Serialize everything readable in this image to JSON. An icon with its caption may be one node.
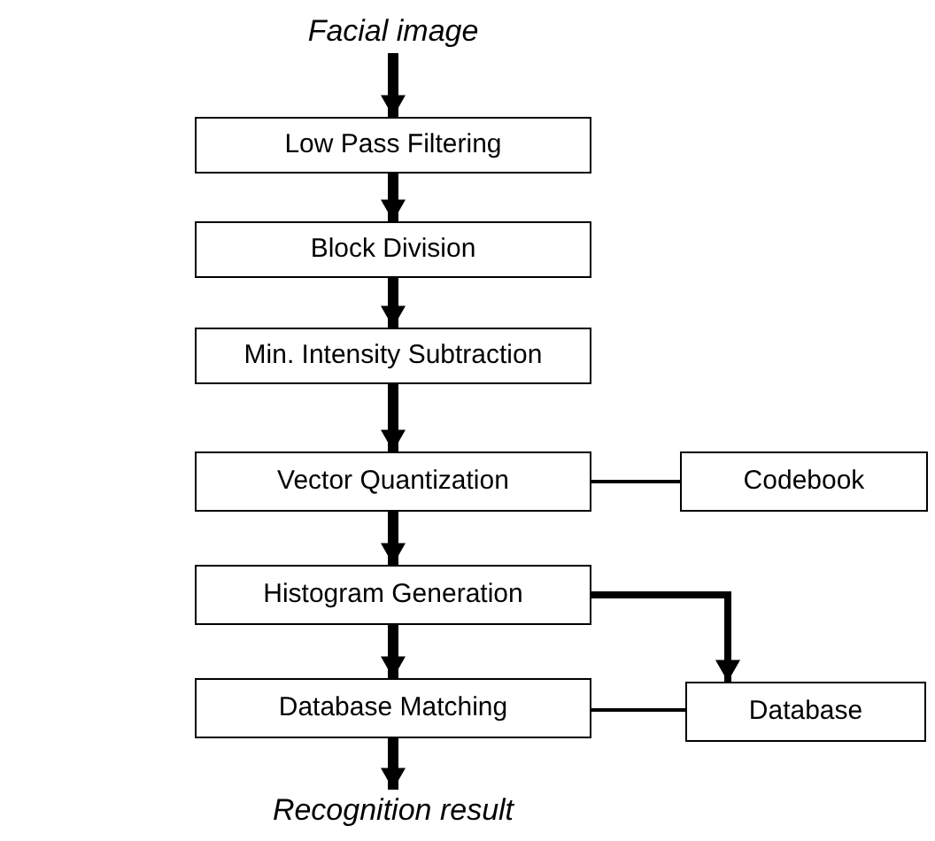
{
  "diagram": {
    "nodes": [
      {
        "text": [
          "Facial image"
        ]
      },
      {
        "text": [
          "Low Pass Filtering"
        ]
      },
      {
        "text": [
          "Block Division"
        ]
      },
      {
        "text": [
          "Min. Intensity Subtraction"
        ]
      },
      {
        "text": [
          "Vector Quantization"
        ]
      },
      {
        "text": [
          "Histogram Generation"
        ]
      },
      {
        "text": [
          "Database Matching"
        ]
      },
      {
        "text": [
          "Codebook"
        ]
      },
      {
        "text": [
          "Database"
        ]
      },
      {
        "text": [
          "Recognition result"
        ]
      }
    ],
    "edges": [
      {
        "from": 0,
        "to": 1,
        "arrow": "to"
      },
      {
        "from": 1,
        "to": 2,
        "arrow": "to"
      },
      {
        "from": 2,
        "to": 3,
        "arrow": "to"
      },
      {
        "from": 3,
        "to": 4,
        "arrow": "to"
      },
      {
        "from": 4,
        "to": 5,
        "arrow": "to"
      },
      {
        "from": 5,
        "to": 6,
        "arrow": "to"
      },
      {
        "from": 6,
        "to": 9,
        "arrow": "to"
      },
      {
        "from": 4,
        "to": 7,
        "arrow": "none"
      },
      {
        "from": 5,
        "to": 8,
        "arrow": "to"
      },
      {
        "from": 6,
        "to": 8,
        "arrow": "none"
      }
    ]
  }
}
